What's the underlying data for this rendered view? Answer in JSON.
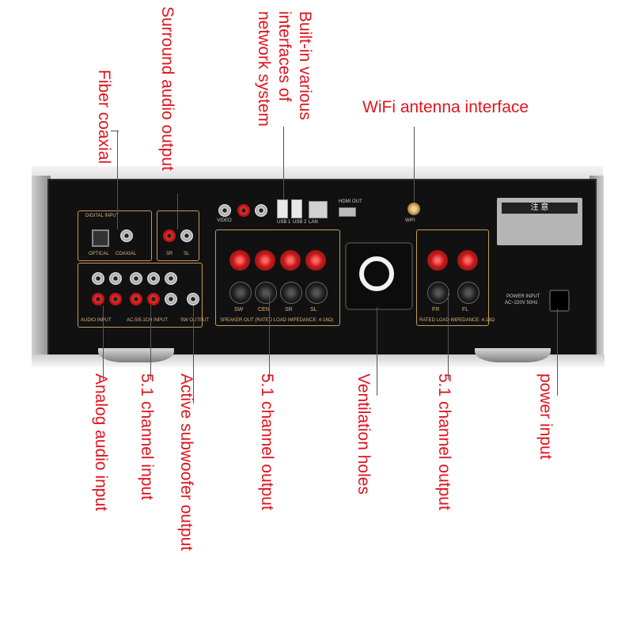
{
  "labels": {
    "fiber_coaxial": "Fiber coaxial",
    "surround_output": "Surround audio output",
    "network": "Built-in various interfaces of network system",
    "wifi": "WiFi antenna interface",
    "analog_input": "Analog audio input",
    "ch51_input": "5.1 channel input",
    "sub_output": "Active subwoofer output",
    "ch51_output_left": "5.1 channel output",
    "ventilation": "Ventilation holes",
    "ch51_output_right": "5.1 channel output",
    "power_input": "power input"
  },
  "panel_text": {
    "digital_input": "DIGITAL INPUT",
    "optical": "OPTICAL",
    "coaxial": "COAXIAL",
    "audio_input": "AUDIO INPUT",
    "input_51": "AC-5/5.1CH INPUT",
    "sw_output": "SW OUTPUT",
    "speaker_out": "SPEAKER OUT (RATED LOAD IMPEDANCE: 4-16Ω)",
    "rated_load_right": "RATED LOAD IMPEDANCE: 4-16Ω",
    "warning": "注 意",
    "power_input": "POWER INPUT",
    "power_spec": "AC~220V 50Hz",
    "usb1": "USB 1",
    "usb2": "USB 2",
    "lan": "LAN",
    "hdmi": "HDMI OUT",
    "video": "VIDEO",
    "wifi": "WIFI",
    "sw": "SW",
    "cen": "CEN",
    "sr": "SR",
    "sl": "SL",
    "fr": "FR",
    "fl": "FL"
  },
  "colors": {
    "label_red": "#e0141e",
    "panel_gold": "#c9995a"
  }
}
